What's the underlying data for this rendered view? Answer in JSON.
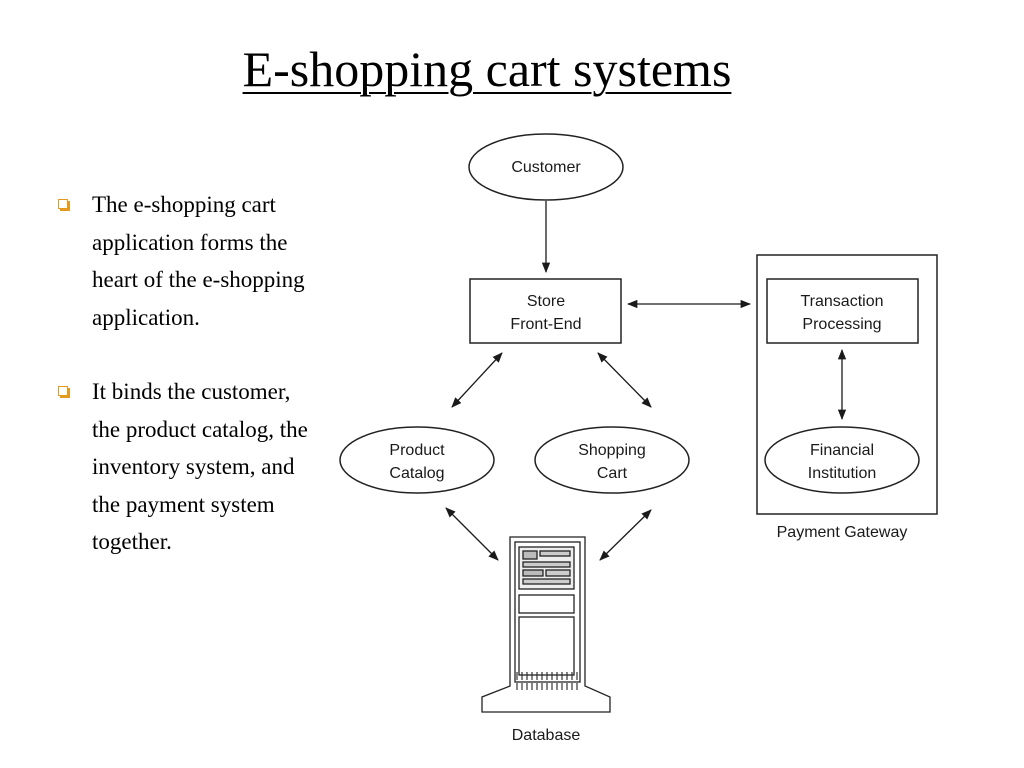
{
  "slide": {
    "title": "E-shopping cart systems",
    "bullets": [
      {
        "text": "The e-shopping cart application forms the heart of the e-shopping application."
      },
      {
        "text": "It binds the customer, the product catalog, the inventory system, and the payment system together."
      }
    ],
    "bullet_icon": "hollow-square-bullet-icon",
    "accent_color": "#e59a1e"
  },
  "diagram": {
    "customer": "Customer",
    "store_front_end": {
      "line1": "Store",
      "line2": "Front-End"
    },
    "product_catalog": {
      "line1": "Product",
      "line2": "Catalog"
    },
    "shopping_cart": {
      "line1": "Shopping",
      "line2": "Cart"
    },
    "transaction_processing": {
      "line1": "Transaction",
      "line2": "Processing"
    },
    "financial_institution": {
      "line1": "Financial",
      "line2": "Institution"
    },
    "payment_gateway": "Payment Gateway",
    "database": "Database",
    "database_icon": "server-tower-icon"
  }
}
